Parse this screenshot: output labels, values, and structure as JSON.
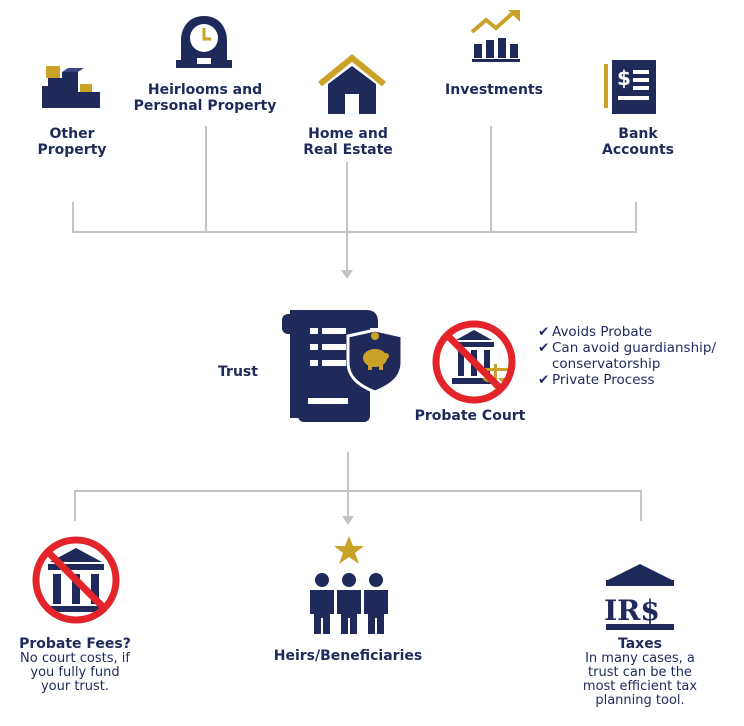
{
  "assets": {
    "other_property": "Other\nProperty",
    "heirlooms": "Heirlooms and\nPersonal Property",
    "home": "Home and\nReal Estate",
    "investments": "Investments",
    "bank": "Bank\nAccounts"
  },
  "trust": {
    "label": "Trust",
    "probate_court": "Probate Court",
    "benefits": [
      "Avoids Probate",
      "Can avoid guardianship/",
      "conservatorship",
      "Private Process"
    ]
  },
  "outcomes": {
    "probate_fees_title": "Probate Fees?",
    "probate_fees_desc": "No court costs, if\nyou fully fund\nyour trust.",
    "heirs": "Heirs/Beneficiaries",
    "taxes_title": "Taxes",
    "taxes_desc": "In many cases, a\ntrust can be the\nmost efficient tax\nplanning tool.",
    "irs_text": "IR$"
  },
  "colors": {
    "navy": "#1f2a5a",
    "gold": "#c9a227",
    "red": "#e3242b",
    "line": "#c4c4c4"
  }
}
